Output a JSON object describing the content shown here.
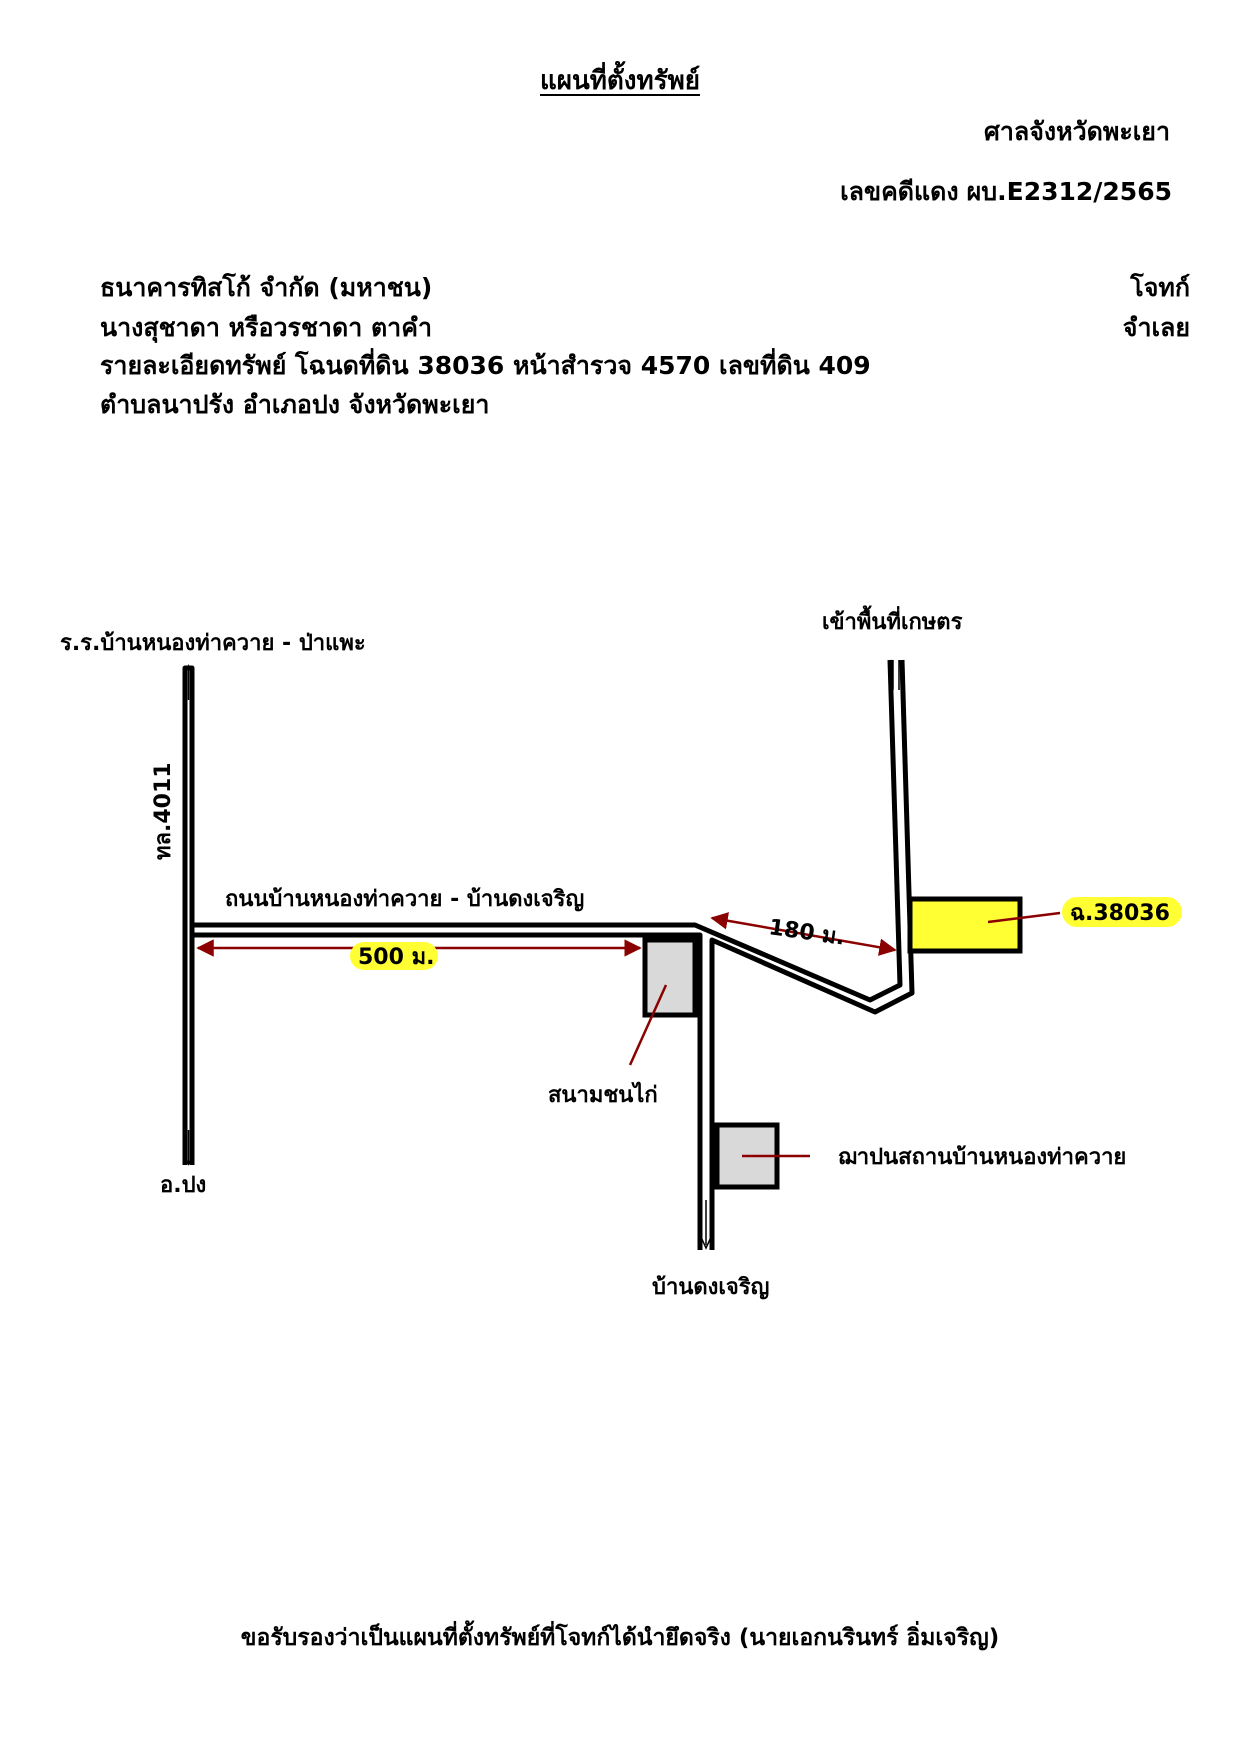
{
  "document": {
    "title": "แผนที่ตั้งทรัพย์",
    "court": "ศาลจังหวัดพะเยา",
    "case_label": "เลขคดีแดง",
    "case_number": "ผบ.E2312/2565",
    "plaintiff": {
      "name": "ธนาคารทิสโก้ จำกัด (มหาชน)",
      "role": "โจทก์"
    },
    "defendant": {
      "name": "นางสุชาดา หรือวรชาดา ตาคำ",
      "role": "จำเลย"
    },
    "property_detail": "รายละเอียดทรัพย์ โฉนดที่ดิน 38036 หน้าสำรวจ 4570 เลขที่ดิน 409",
    "location": "ตำบลนาปรัง อำเภอปง จังหวัดพะเยา",
    "certification": "ขอรับรองว่าเป็นแผนที่ตั้งทรัพย์ที่โจทก์ได้นำยึดจริง (นายเอกนรินทร์ อิ่มเจริญ)"
  },
  "map": {
    "labels": {
      "school": "ร.ร.บ้านหนองท่าควาย - ป่าแพะ",
      "highway": "ทล.4011",
      "main_road": "ถนนบ้านหนองท่าควาย - บ้านดงเจริญ",
      "distance_1": "500 ม.",
      "distance_2": "180 ม.",
      "farm_access": "เข้าพื้นที่เกษตร",
      "deed": "ฉ.38036",
      "cockfight_arena": "สนามชนไก่",
      "crematorium": "ฌาปนสถานบ้านหนองท่าควาย",
      "village": "บ้านดงเจริญ",
      "district": "อ.ปง"
    },
    "colors": {
      "property": "#ffff33",
      "highlight": "#ffff33",
      "landmark": "#d9d9d9",
      "arrow": "#8b0000",
      "road_outline": "#000000"
    }
  }
}
